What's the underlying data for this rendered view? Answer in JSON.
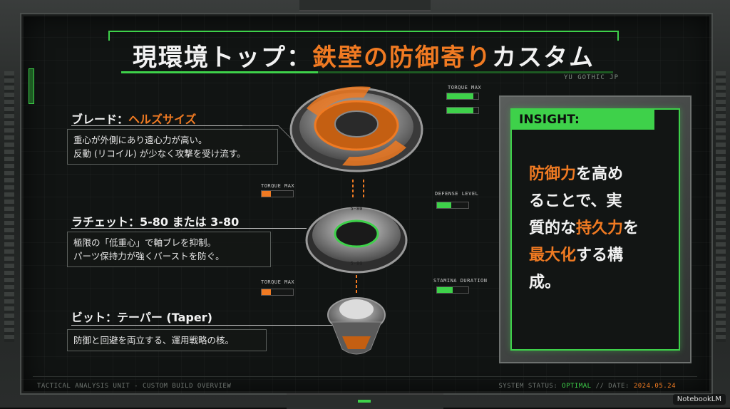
{
  "title": {
    "main": "現環境トップ：",
    "accent": "鉄壁の防御寄り",
    "tail": "カスタム"
  },
  "font_note": "YU GOTHIC JP",
  "sections": [
    {
      "label": "ブレード：",
      "value": "ヘルズサイズ",
      "desc_lines": [
        "重心が外側にあり遠心力が高い。",
        "反動 (リコイル) が少なく攻撃を受け流す。"
      ]
    },
    {
      "label": "ラチェット：5-80 または 3-80",
      "value": "",
      "desc_lines": [
        "極限の「低重心」で軸ブレを抑制。",
        "パーツ保持力が強くバーストを防ぐ。"
      ]
    },
    {
      "label": "ビット：テーパー (Taper)",
      "value": "",
      "desc_lines": [
        "防御と回避を両立する、運用戦略の核。"
      ]
    }
  ],
  "meters": {
    "torque_max_top": {
      "label": "TORQUE MAX",
      "level": 0.85
    },
    "torque_max_left1": {
      "label": "TORQUE MAX",
      "level": 0.3
    },
    "defense_level": {
      "label": "DEFENSE LEVEL",
      "level": 0.45
    },
    "torque_max_left2": {
      "label": "TORQUE MAX",
      "level": 0.3
    },
    "stamina_duration": {
      "label": "STAMINA DURATION",
      "level": 0.5
    }
  },
  "part_labels": {
    "ratchet_top": "5-80",
    "ratchet_bottom": "5-80"
  },
  "insight": {
    "heading": "INSIGHT:",
    "line1_accent": "防御力",
    "line1_rest": "を高め",
    "line2": "ることで、実",
    "line3_pre": "質的な",
    "line3_accent": "持久力",
    "line3_post": "を",
    "line4_accent": "最大化",
    "line4_rest": "する構",
    "line5": "成。"
  },
  "footer": {
    "left": "TACTICAL ANALYSIS UNIT - CUSTOM BUILD OVERVIEW",
    "status_label": "SYSTEM STATUS:",
    "status_value": "OPTIMAL",
    "sep": "//",
    "date_label": "DATE:",
    "date_value": "2024.05.24"
  },
  "watermark": "NotebookLM",
  "colors": {
    "accent_orange": "#f07a22",
    "accent_green": "#3ed14a",
    "bg": "#111413"
  }
}
